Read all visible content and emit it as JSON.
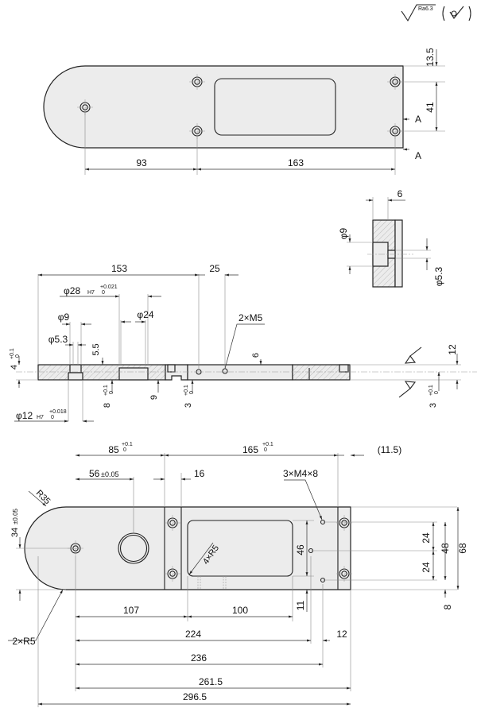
{
  "drawing": {
    "roughness": {
      "symbol_text": "Ra6.3"
    },
    "tolerances": {
      "plus01": {
        "upper": "+0.1",
        "lower": "0"
      },
      "phi28": {
        "fit": "H7",
        "upper": "+0.021",
        "lower": "0"
      },
      "phi12": {
        "fit": "H7",
        "upper": "+0.018",
        "lower": "0"
      },
      "pm005": "±0.05"
    },
    "top_view": {
      "d93": "93",
      "d163": "163",
      "d13_5": "13.5",
      "d41": "41",
      "section_mark_1": "A",
      "section_mark_2": "A"
    },
    "section_view": {
      "d6": "6",
      "phi9": "φ9",
      "phi5_3": "φ5.3"
    },
    "side_view": {
      "d153": "153",
      "d25": "25",
      "phi28": "φ28",
      "phi24": "φ24",
      "m5": "2×M5",
      "phi9": "φ9",
      "phi5_3": "φ5.3",
      "d5_5": "5.5",
      "d4": "4",
      "d6": "6",
      "d12": "12",
      "d8": "8",
      "d9": "9",
      "d3_a": "3",
      "d3_b": "3",
      "phi12": "φ12"
    },
    "bottom_view": {
      "d85": "85",
      "d165": "165",
      "d11_5": "(11.5)",
      "d56": "56",
      "d16": "16",
      "r35": "R35",
      "d34": "34",
      "m4": "3×M4×8",
      "r5_4": "4×R5",
      "d46": "46",
      "d11": "11",
      "d24_a": "24",
      "d24_b": "24",
      "d48": "48",
      "d68": "68",
      "d8": "8",
      "d107": "107",
      "d100": "100",
      "d224": "224",
      "d12": "12",
      "d236": "236",
      "d261_5": "261.5",
      "d296_5": "296.5",
      "r5_2": "2×R5"
    }
  }
}
